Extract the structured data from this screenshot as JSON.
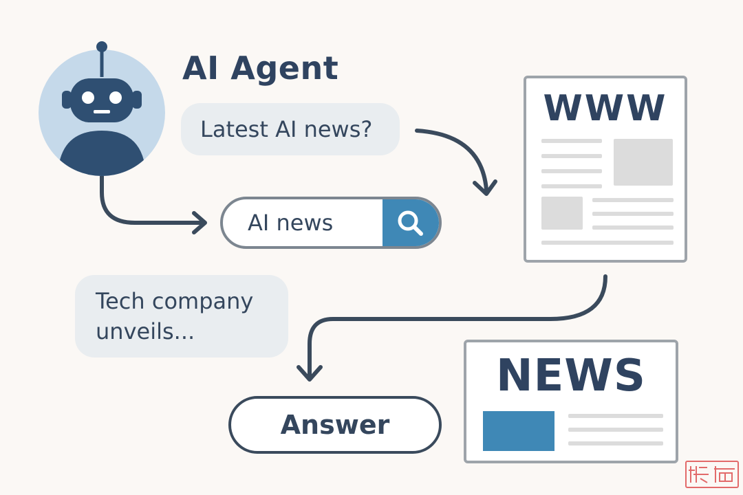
{
  "agent": {
    "title": "AI Agent",
    "avatar_icon": "robot-icon"
  },
  "query_bubble": {
    "text": "Latest AI news?"
  },
  "search": {
    "value": "AI news",
    "button_icon": "search-icon"
  },
  "web_page": {
    "title": "WWW"
  },
  "result_snippet": {
    "line1": "Tech company",
    "line2": "unveils..."
  },
  "news_card": {
    "title": "NEWS"
  },
  "answer": {
    "label": "Answer"
  },
  "colors": {
    "background": "#fbf8f5",
    "navy": "#2f4360",
    "accent_blue": "#3f88b6",
    "avatar_bg": "#c5d9ea",
    "bubble_bg": "#e9edf0",
    "arrow": "#3a4a5c",
    "stamp_red": "#e26a6a"
  }
}
